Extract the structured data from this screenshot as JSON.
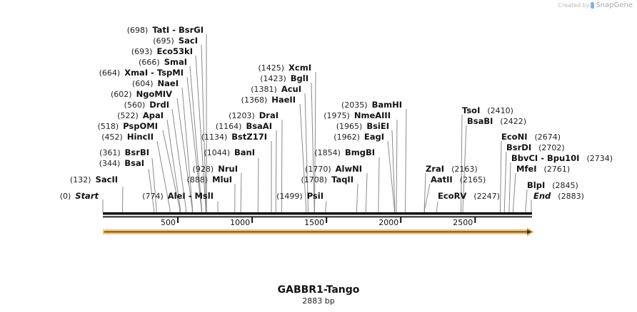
{
  "credit": {
    "prefix": "Created by",
    "brand": "SnapGene",
    "icon": "snapgene-logo-icon"
  },
  "map": {
    "name": "GABBR1-Tango",
    "length_label": "2883 bp",
    "length_bp": 2883,
    "feature_color": "#f5c26b",
    "feature_arrow_color": "#3a3a3a",
    "scale_ticks": [
      {
        "bp": 500,
        "label": "500"
      },
      {
        "bp": 1000,
        "label": "1000"
      },
      {
        "bp": 1500,
        "label": "1500"
      },
      {
        "bp": 2000,
        "label": "2000"
      },
      {
        "bp": 2500,
        "label": "2500"
      }
    ],
    "sites": [
      {
        "name": "Start",
        "pos": "(0)",
        "bp": 0,
        "italic": true
      },
      {
        "name": "SacII",
        "pos": "(132)",
        "bp": 132
      },
      {
        "name": "BsaI",
        "pos": "(344)",
        "bp": 344
      },
      {
        "name": "BsrBI",
        "pos": "(361)",
        "bp": 361
      },
      {
        "name": "HincII",
        "pos": "(452)",
        "bp": 452
      },
      {
        "name": "PspOMI",
        "pos": "(518)",
        "bp": 518
      },
      {
        "name": "ApaI",
        "pos": "(522)",
        "bp": 522
      },
      {
        "name": "DrdI",
        "pos": "(560)",
        "bp": 560
      },
      {
        "name": "NgoMIV",
        "pos": "(602)",
        "bp": 602
      },
      {
        "name": "NaeI",
        "pos": "(604)",
        "bp": 604
      },
      {
        "name": "XmaI",
        "name2": "TspMI",
        "pos": "(664)",
        "bp": 664
      },
      {
        "name": "SmaI",
        "pos": "(666)",
        "bp": 666
      },
      {
        "name": "Eco53kI",
        "pos": "(693)",
        "bp": 693
      },
      {
        "name": "SacI",
        "pos": "(695)",
        "bp": 695
      },
      {
        "name": "TatI",
        "name2": "BsrGI",
        "pos": "(698)",
        "bp": 698
      },
      {
        "name": "AleI",
        "name2": "MslI",
        "pos": "(774)",
        "bp": 774
      },
      {
        "name": "MluI",
        "pos": "(888)",
        "bp": 888
      },
      {
        "name": "NruI",
        "pos": "(928)",
        "bp": 928
      },
      {
        "name": "BanI",
        "pos": "(1044)",
        "bp": 1044
      },
      {
        "name": "BstZ17I",
        "pos": "(1134)",
        "bp": 1134
      },
      {
        "name": "BsaAI",
        "pos": "(1164)",
        "bp": 1164
      },
      {
        "name": "DraI",
        "pos": "(1203)",
        "bp": 1203
      },
      {
        "name": "HaeII",
        "pos": "(1368)",
        "bp": 1368
      },
      {
        "name": "AcuI",
        "pos": "(1381)",
        "bp": 1381
      },
      {
        "name": "BglI",
        "pos": "(1423)",
        "bp": 1423
      },
      {
        "name": "XcmI",
        "pos": "(1425)",
        "bp": 1425
      },
      {
        "name": "PsiI",
        "pos": "(1499)",
        "bp": 1499
      },
      {
        "name": "TaqII",
        "pos": "(1708)",
        "bp": 1708
      },
      {
        "name": "AlwNI",
        "pos": "(1770)",
        "bp": 1770
      },
      {
        "name": "BmgBI",
        "pos": "(1854)",
        "bp": 1854
      },
      {
        "name": "EagI",
        "pos": "(1962)",
        "bp": 1962
      },
      {
        "name": "BsiEI",
        "pos": "(1965)",
        "bp": 1965
      },
      {
        "name": "NmeAIII",
        "pos": "(1975)",
        "bp": 1975
      },
      {
        "name": "BamHI",
        "pos": "(2035)",
        "bp": 2035
      },
      {
        "name": "ZraI",
        "pos": "(2163)",
        "bp": 2163
      },
      {
        "name": "AatII",
        "pos": "(2165)",
        "bp": 2165
      },
      {
        "name": "EcoRV",
        "pos": "(2247)",
        "bp": 2247
      },
      {
        "name": "TsoI",
        "pos": "(2410)",
        "bp": 2410
      },
      {
        "name": "BsaBI",
        "pos": "(2422)",
        "bp": 2422
      },
      {
        "name": "EcoNI",
        "pos": "(2674)",
        "bp": 2674
      },
      {
        "name": "BsrDI",
        "pos": "(2702)",
        "bp": 2702
      },
      {
        "name": "BbvCI",
        "name2": "Bpu10I",
        "pos": "(2734)",
        "bp": 2734
      },
      {
        "name": "MfeI",
        "pos": "(2761)",
        "bp": 2761
      },
      {
        "name": "BlpI",
        "pos": "(2845)",
        "bp": 2845
      },
      {
        "name": "End",
        "pos": "(2883)",
        "bp": 2883,
        "italic": true
      }
    ]
  }
}
